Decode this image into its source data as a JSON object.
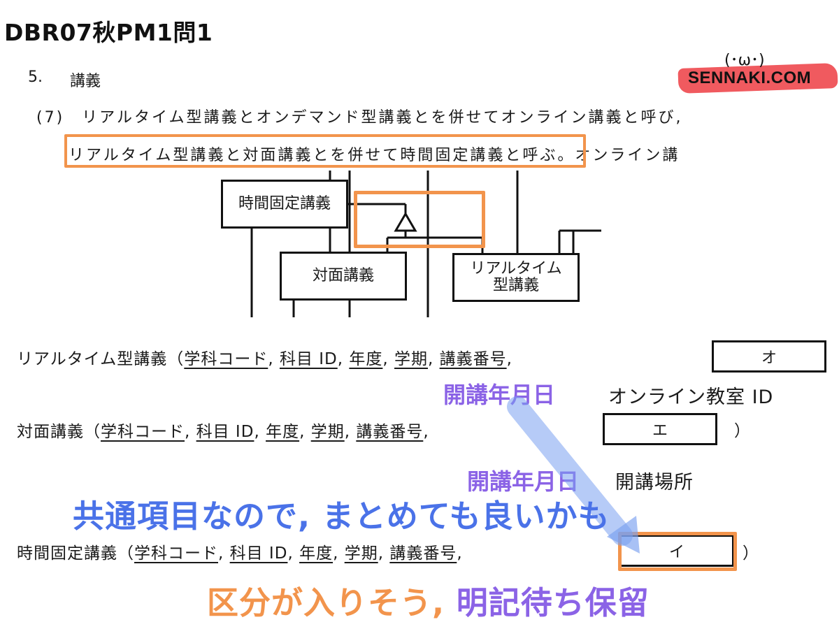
{
  "header": {
    "title": "DBR07秋PM1問1",
    "logo_text": "SENNAKI.COM",
    "logo_face": "(･ω･)"
  },
  "section": {
    "number": "5.",
    "title": "講義"
  },
  "paragraph": {
    "line1": "(7)　リアルタイム型講義とオンデマンド型講義とを併せてオンライン講義と呼び,",
    "line2": "リアルタイム型講義と対面講義とを併せて時間固定講義と呼ぶ。オンライン講"
  },
  "diagram": {
    "box_time_fixed": "時間固定講義",
    "box_face_to_face": "対面講義",
    "box_realtime_l1": "リアルタイム",
    "box_realtime_l2": "型講義"
  },
  "relations": {
    "realtime": {
      "name": "リアルタイム型講義（",
      "a1": "学科コード",
      "a2": "科目 ID",
      "a3": "年度",
      "a4": "学期",
      "a5": "講義番号",
      "sep": ",",
      "blank": "オ"
    },
    "face": {
      "name": "対面講義（",
      "a1": "学科コード",
      "a2": "科目 ID",
      "a3": "年度",
      "a4": "学期",
      "a5": "講義番号",
      "sep": ",",
      "blank": "エ",
      "close": "）"
    },
    "timefixed": {
      "name": "時間固定講義（",
      "a1": "学科コード",
      "a2": "科目 ID",
      "a3": "年度",
      "a4": "学期",
      "a5": "講義番号",
      "sep": ",",
      "blank": "イ",
      "close": "）"
    }
  },
  "annotations": {
    "date1": "開講年月日",
    "field1": "オンライン教室 ID",
    "date2": "開講年月日",
    "field2": "開講場所",
    "note_blue": "共通項目なので, まとめても良いかも",
    "note_orange": "区分が入りそう,",
    "note_purple": "明記待ち保留"
  },
  "colors": {
    "orange": "#f2944c",
    "purple": "#8b63e6",
    "blue": "#4a72e8",
    "logo_red": "#f05a5f"
  }
}
